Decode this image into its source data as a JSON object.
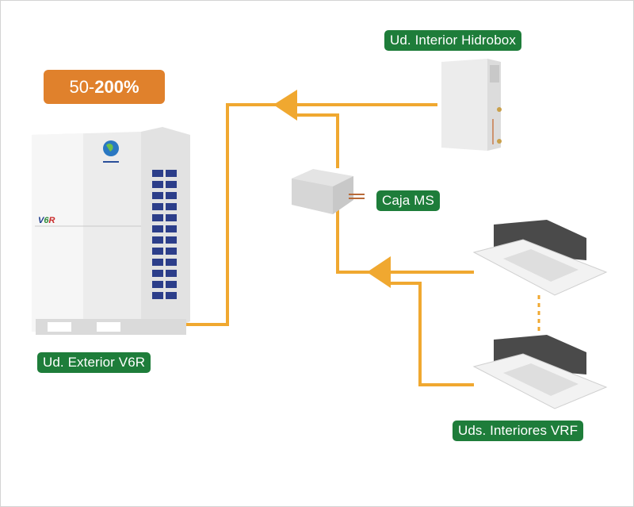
{
  "diagram": {
    "title_badge": {
      "range_start": "50-",
      "range_end": "200%"
    },
    "labels": {
      "outdoor_unit": "Ud. Exterior V6R",
      "hidrobox": "Ud. Interior Hidrobox",
      "ms_box": "Caja MS",
      "indoor_units": "Uds. Interiores VRF"
    },
    "outdoor_unit_logo": "V6R",
    "colors": {
      "pipe": "#f0a830",
      "label_bg": "#1e7d3a",
      "badge_bg": "#e0812c"
    },
    "connections": [
      {
        "from": "Ud. Interior Hidrobox",
        "to": "Ud. Exterior V6R"
      },
      {
        "from": "Caja MS",
        "to": "Ud. Exterior V6R"
      },
      {
        "from": "Uds. Interiores VRF",
        "to": "Caja MS"
      }
    ]
  }
}
